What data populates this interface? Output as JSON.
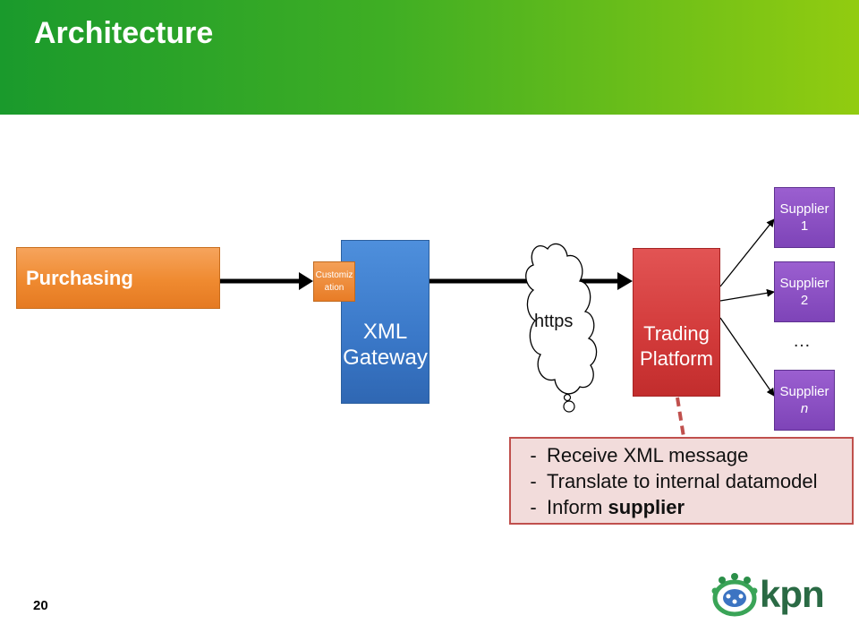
{
  "header": {
    "title": "Architecture"
  },
  "nodes": {
    "purchasing": "Purchasing",
    "customization": [
      "Customiz",
      "ation"
    ],
    "xml_gateway": [
      "XML",
      "Gateway"
    ],
    "https": "https",
    "trading_platform": [
      "Trading",
      "Platform"
    ],
    "supplier_1": [
      "Supplier",
      "1"
    ],
    "supplier_2": [
      "Supplier",
      "2"
    ],
    "ellipsis": "…",
    "supplier_n": [
      "Supplier",
      "n"
    ]
  },
  "note": {
    "lines": [
      {
        "dash": "-",
        "text": "Receive XML message"
      },
      {
        "dash": "-",
        "text": "Translate to internal datamodel"
      },
      {
        "dash": "-",
        "text": "Inform ",
        "bold": "supplier"
      }
    ]
  },
  "footer": {
    "page_number": "20",
    "logo": "kpn"
  },
  "colors": {
    "header_start": "#1a9a2c",
    "header_end": "#92cc10",
    "purchasing": "#ef8a30",
    "gateway": "#3a78c8",
    "trading": "#d23a3a",
    "supplier": "#7e44b8",
    "note_fill": "#f2dcdb",
    "note_border": "#c0504d"
  }
}
